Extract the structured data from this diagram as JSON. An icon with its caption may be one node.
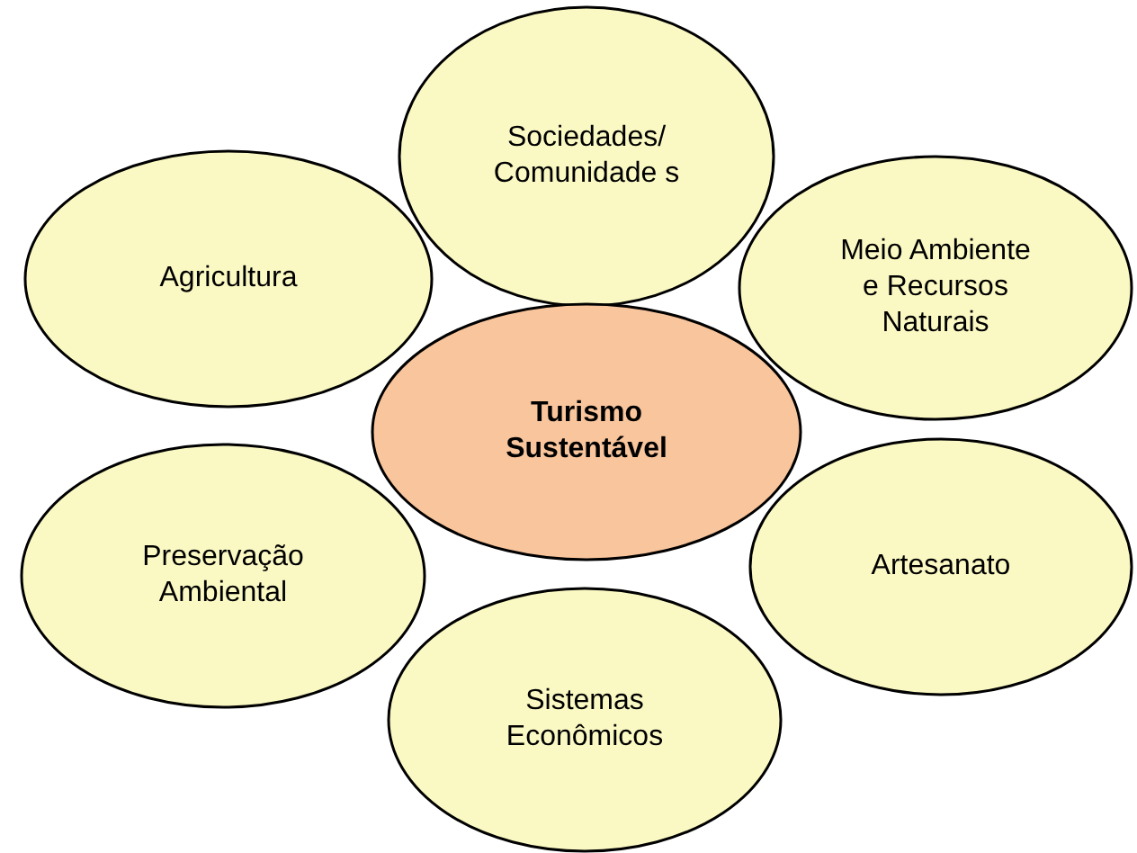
{
  "diagram": {
    "nodes": [
      {
        "text": [
          "Turismo Sustentável"
        ]
      },
      {
        "text": [
          "Sociedades/ Comunidade s"
        ]
      },
      {
        "text": [
          "Agricultura"
        ]
      },
      {
        "text": [
          "Meio Ambiente e Recursos Naturais"
        ]
      },
      {
        "text": [
          "Preservação Ambiental"
        ]
      },
      {
        "text": [
          "Artesanato"
        ]
      },
      {
        "text": [
          "Sistemas Econômicos"
        ]
      }
    ]
  }
}
